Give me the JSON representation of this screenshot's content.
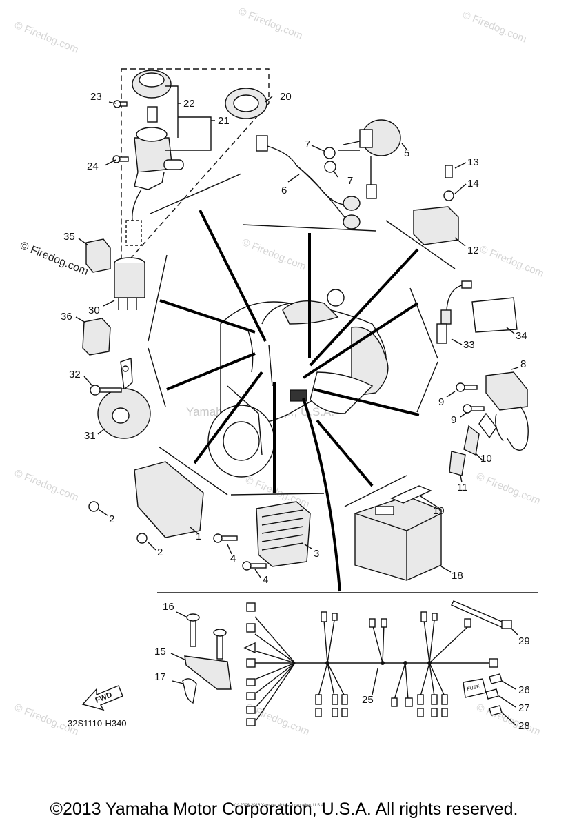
{
  "diagram": {
    "callouts": [
      {
        "id": "c1",
        "label": "1"
      },
      {
        "id": "c2a",
        "label": "2"
      },
      {
        "id": "c2b",
        "label": "2"
      },
      {
        "id": "c3",
        "label": "3"
      },
      {
        "id": "c4a",
        "label": "4"
      },
      {
        "id": "c4b",
        "label": "4"
      },
      {
        "id": "c5",
        "label": "5"
      },
      {
        "id": "c6",
        "label": "6"
      },
      {
        "id": "c7a",
        "label": "7"
      },
      {
        "id": "c7b",
        "label": "7"
      },
      {
        "id": "c8",
        "label": "8"
      },
      {
        "id": "c9a",
        "label": "9"
      },
      {
        "id": "c9b",
        "label": "9"
      },
      {
        "id": "c10",
        "label": "10"
      },
      {
        "id": "c11",
        "label": "11"
      },
      {
        "id": "c12",
        "label": "12"
      },
      {
        "id": "c13",
        "label": "13"
      },
      {
        "id": "c14",
        "label": "14"
      },
      {
        "id": "c15",
        "label": "15"
      },
      {
        "id": "c16",
        "label": "16"
      },
      {
        "id": "c17",
        "label": "17"
      },
      {
        "id": "c18",
        "label": "18"
      },
      {
        "id": "c19",
        "label": "19"
      },
      {
        "id": "c20",
        "label": "20"
      },
      {
        "id": "c21",
        "label": "21"
      },
      {
        "id": "c22",
        "label": "22"
      },
      {
        "id": "c23",
        "label": "23"
      },
      {
        "id": "c24",
        "label": "24"
      },
      {
        "id": "c25",
        "label": "25"
      },
      {
        "id": "c26",
        "label": "26"
      },
      {
        "id": "c27",
        "label": "27"
      },
      {
        "id": "c28",
        "label": "28"
      },
      {
        "id": "c29",
        "label": "29"
      },
      {
        "id": "c30",
        "label": "30"
      },
      {
        "id": "c31",
        "label": "31"
      },
      {
        "id": "c32",
        "label": "32"
      },
      {
        "id": "c33",
        "label": "33"
      },
      {
        "id": "c34",
        "label": "34"
      },
      {
        "id": "c35",
        "label": "35"
      },
      {
        "id": "c36",
        "label": "36"
      }
    ],
    "diagram_code": "32S1110-H340",
    "fwd_label": "FWD",
    "fuse_label": "FUSE",
    "center_watermark": "Yamaha Motor Corp., U.S.A.",
    "fine_print": "(c) 2006-2016 Yamaha Motor Corporation, U.S.A.",
    "watermark": "© Firedog.com"
  },
  "footer": {
    "copyright": "©2013 Yamaha Motor Corporation, U.S.A. All rights reserved."
  }
}
